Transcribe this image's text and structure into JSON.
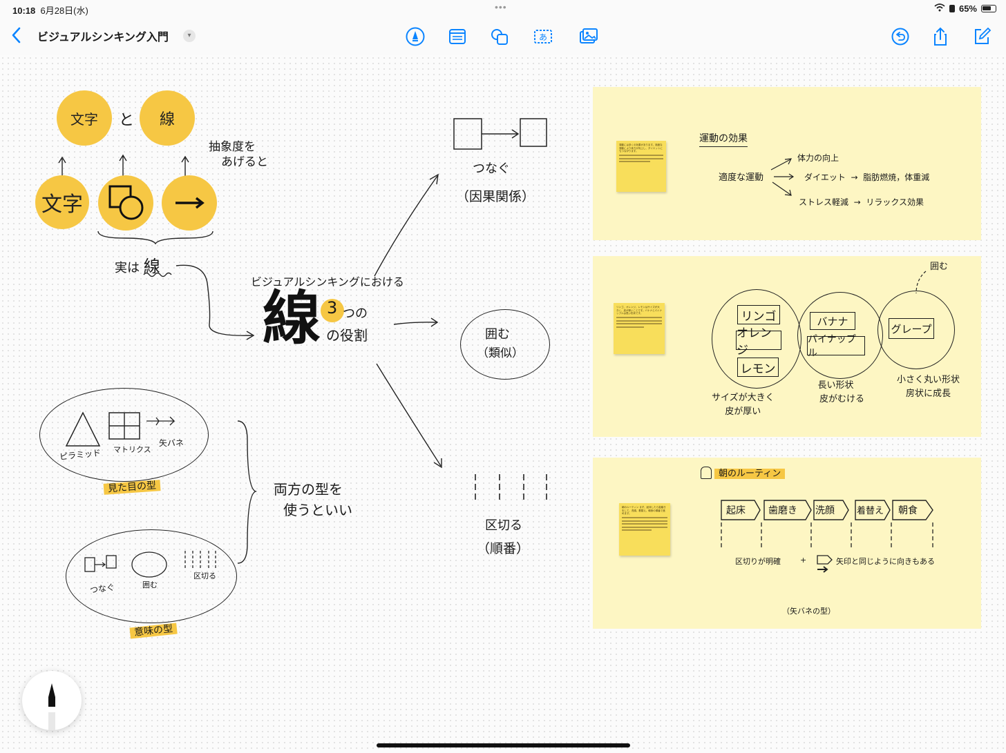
{
  "status": {
    "time": "10:18",
    "date": "6月28日(水)",
    "battery": "65%"
  },
  "toolbar": {
    "title": "ビジュアルシンキング入門"
  },
  "left": {
    "moji": "文字",
    "to": "と",
    "sen": "線",
    "moji_big": "文字",
    "abstraction": [
      "抽象度を",
      "あげると"
    ],
    "actually": "実は",
    "actually_sen": "線"
  },
  "center": {
    "subtitle": "ビジュアルシンキングにおける",
    "big": "線",
    "three": "3",
    "tsu_no": "つの",
    "role": "の役割"
  },
  "roles": {
    "connect": "つなぐ",
    "causal": "（因果関係）",
    "enclose": "囲む",
    "similar": "（類似）",
    "divide": "区切る",
    "order": "（順番）"
  },
  "types": {
    "pyramid": "ピラミッド",
    "matrix": "マトリクス",
    "arrow": "矢バネ",
    "appearance": "見た目の型",
    "both": [
      "両方の型を",
      "使うといい"
    ],
    "tsunagu": "つなぐ",
    "kakomu": "囲む",
    "kugiru": "区切る",
    "meaning": "意味の型"
  },
  "panel1": {
    "title": "運動の効果",
    "cause": "適度な運動",
    "e1": "体力の向上",
    "e2": "ダイエット",
    "e2b": "脂肪燃焼，体重減",
    "e3": "ストレス軽減",
    "e3b": "リラックス効果"
  },
  "panel2": {
    "kakomu": "囲む",
    "g1": [
      "リンゴ",
      "オレンジ",
      "レモン"
    ],
    "g2": [
      "バナナ",
      "パイナップル"
    ],
    "g3": [
      "グレープ"
    ],
    "c1": [
      "サイズが大きく",
      "皮が厚い"
    ],
    "c2": [
      "長い形状",
      "皮がむける"
    ],
    "c3": [
      "小さく丸い形状",
      "房状に成長"
    ]
  },
  "panel3": {
    "title": "朝のルーティン",
    "steps": [
      "起床",
      "歯磨き",
      "洗顔",
      "着替え",
      "朝食"
    ],
    "note1": "区切りが明確",
    "plus": "+",
    "note2": "矢印と同じように向きもある",
    "caption": "（矢バネの型）"
  },
  "sticky": {
    "t1": "運動には多くの効果があります。適度な運動により体力が向上し、ダイエットにもつながります。",
    "t2": "リンゴ、オレンジ、レモンはサイズが大きく、皮が厚いことです。バナナとパイナップルは長い形状です。",
    "t3": "朝のルーティン まず、起床したら歯磨きをして、洗顔、着替え、朝食の順番で進めます。"
  },
  "colors": {
    "accent": "#0a84ff",
    "yellow": "#f6c744",
    "panel": "#fdf6c3",
    "sticky": "#f8de5b"
  },
  "icons": {
    "back": "chevron-left-icon",
    "pen": "pen-circle-icon",
    "text": "text-box-icon",
    "shapes": "shapes-icon",
    "textbox": "textbox-a-icon",
    "media": "photo-icon",
    "undo": "undo-icon",
    "share": "share-icon",
    "compose": "compose-icon"
  }
}
